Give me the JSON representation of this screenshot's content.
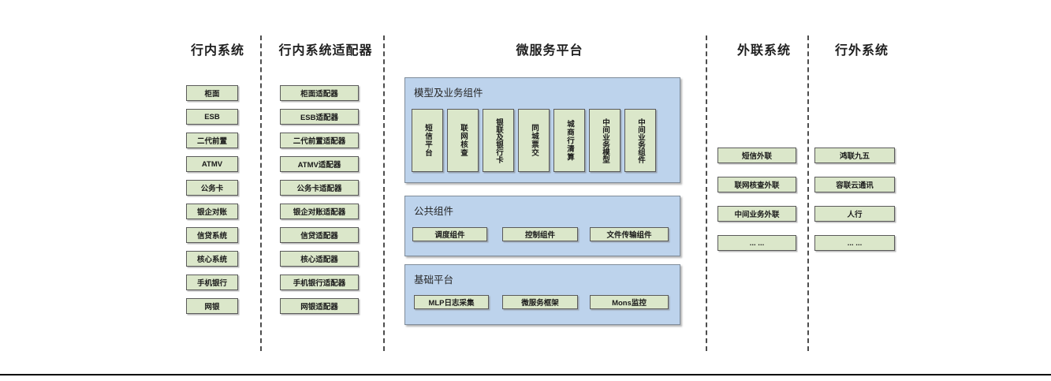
{
  "headers": {
    "internal": "行内系统",
    "adapter": "行内系统适配器",
    "micro": "微服务平台",
    "external": "外联系统",
    "outside": "行外系统"
  },
  "internal_systems": [
    "柜面",
    "ESB",
    "二代前置",
    "ATMV",
    "公务卡",
    "银企对账",
    "信贷系统",
    "核心系统",
    "手机银行",
    "网银"
  ],
  "adapters": [
    "柜面适配器",
    "ESB适配器",
    "二代前置适配器",
    "ATMV适配器",
    "公务卡适配器",
    "银企对账适配器",
    "信贷适配器",
    "核心适配器",
    "手机银行适配器",
    "网银适配器"
  ],
  "micro_panels": {
    "model": {
      "title": "模型及业务组件",
      "items": [
        "短信平台",
        "联网核查",
        "银联及银行卡",
        "同城票交",
        "城商行清算",
        "中间业务模型",
        "中间业务组件"
      ]
    },
    "common": {
      "title": "公共组件",
      "items": [
        "调度组件",
        "控制组件",
        "文件传输组件"
      ]
    },
    "base": {
      "title": "基础平台",
      "items": [
        "MLP日志采集",
        "微服务框架",
        "Mons监控"
      ]
    }
  },
  "external_systems": [
    "短信外联",
    "联网核查外联",
    "中间业务外联",
    "... ..."
  ],
  "outside_systems": [
    "鸿联九五",
    "容联云通讯",
    "人行",
    "... ..."
  ],
  "colors": {
    "panel_fill": "#bdd3ec",
    "panel_border": "#7f8c9a",
    "box_fill": "#dbe7ca",
    "box_border": "#5a5a5a",
    "divider": "#4d4d4d",
    "baseline": "#000000"
  }
}
